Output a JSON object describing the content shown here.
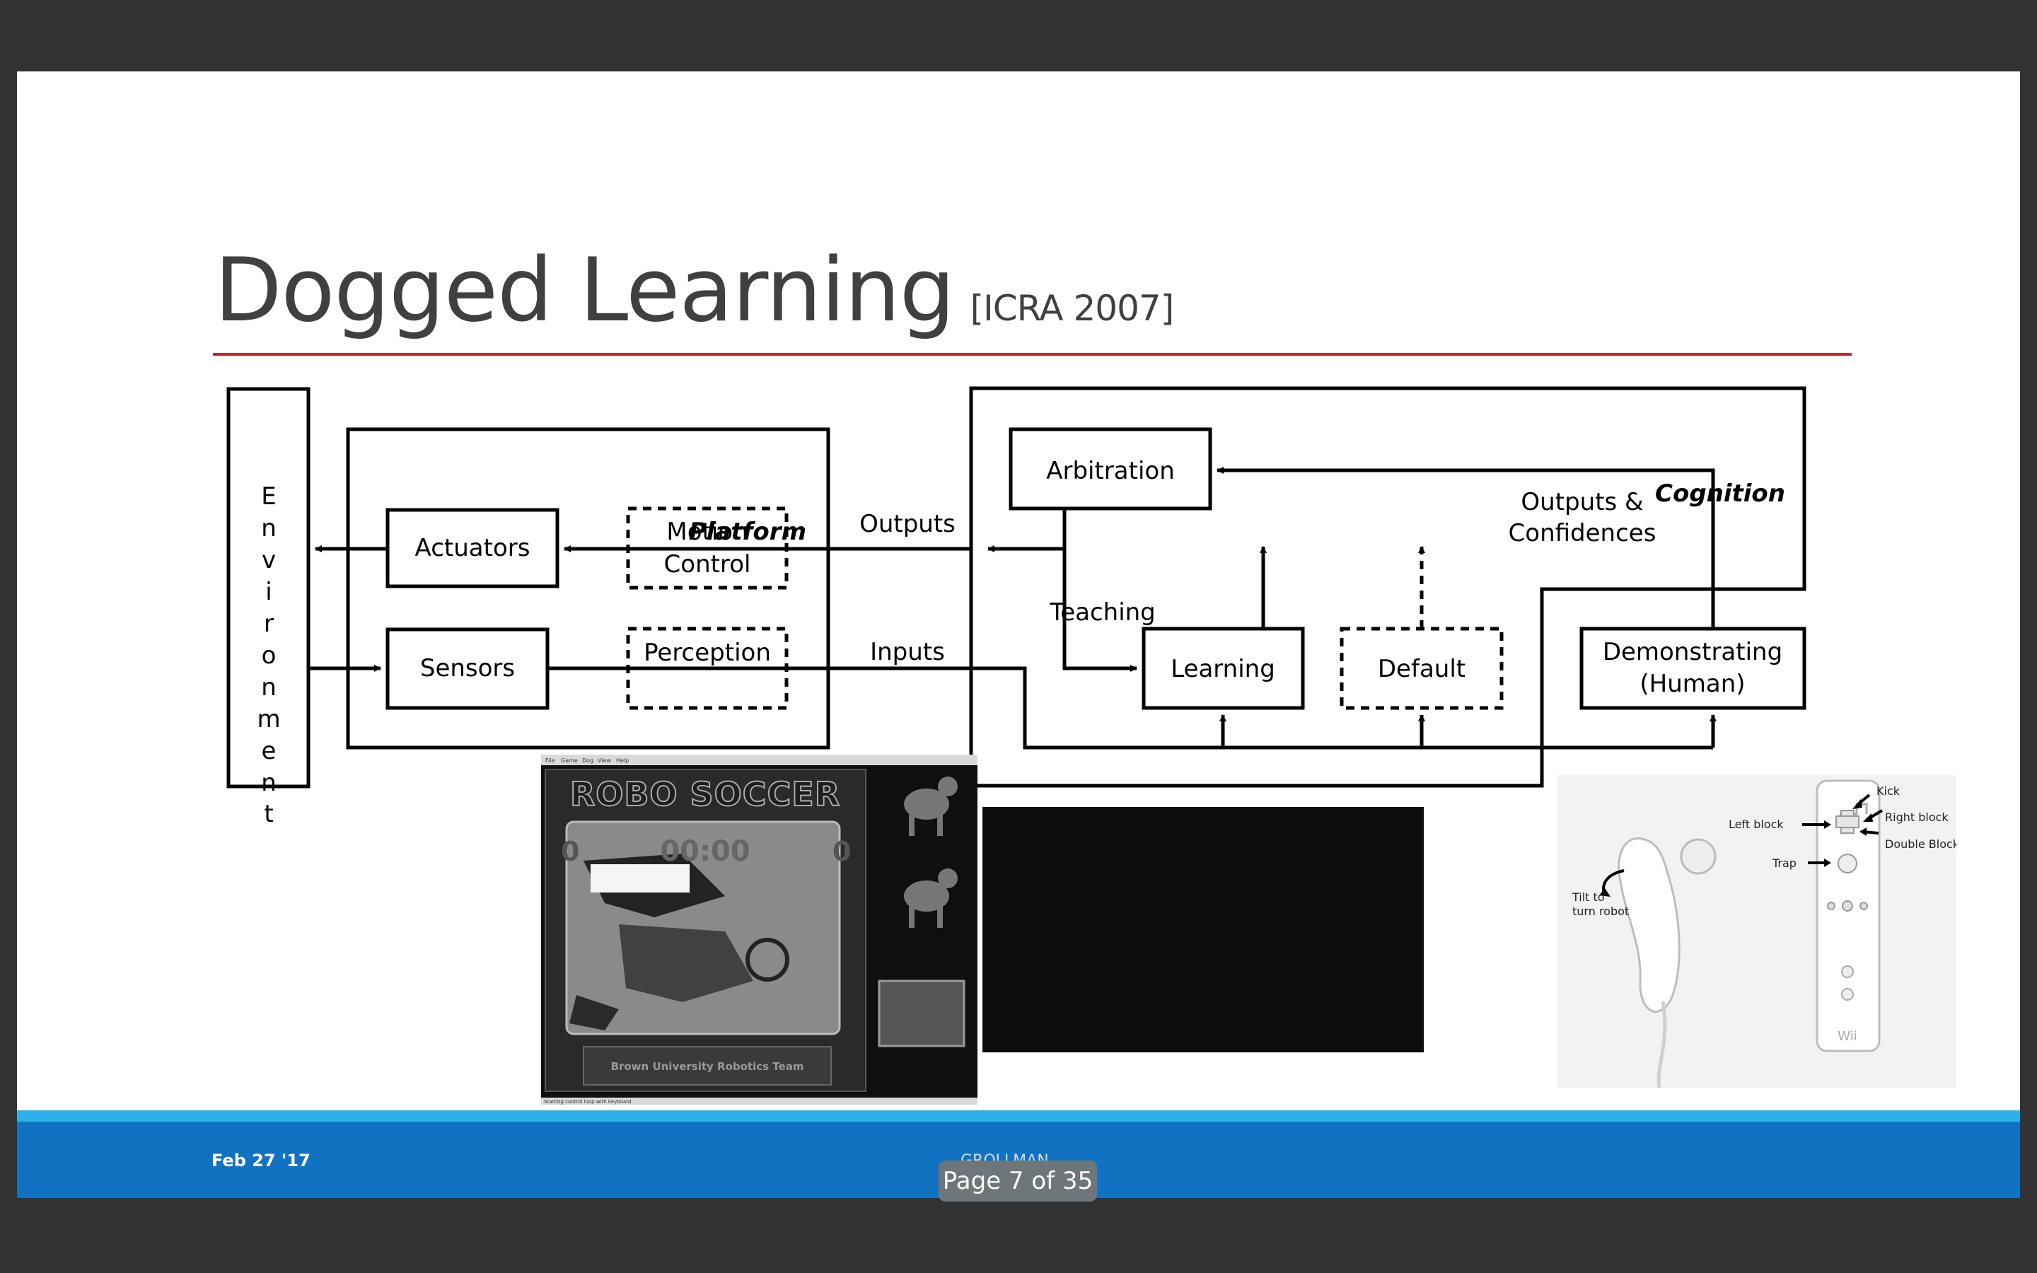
{
  "slide": {
    "title": "Dogged Learning",
    "citation": "[ICRA 2007]"
  },
  "diagram": {
    "environment_letters": [
      "E",
      "n",
      "v",
      "i",
      "r",
      "o",
      "n",
      "m",
      "e",
      "n",
      "t"
    ],
    "platform_label": "Platform",
    "cognition_label": "Cognition",
    "actuators": "Actuators",
    "sensors": "Sensors",
    "motion_control": [
      "Motion",
      "Control"
    ],
    "perception": "Perception",
    "outputs": "Outputs",
    "inputs": "Inputs",
    "arbitration": "Arbitration",
    "teaching": "Teaching",
    "learning": "Learning",
    "default": "Default",
    "demonstrating": [
      "Demonstrating",
      "(Human)"
    ],
    "outputs_confidences": [
      "Outputs &",
      "Confidences"
    ]
  },
  "robosoccer": {
    "menu": [
      "File",
      "Game",
      "Dog",
      "View",
      "Help"
    ],
    "logo_text": "ROBO SOCCER",
    "score_left": "0",
    "score_right": "0",
    "clock": "00:00",
    "team_label": "Brown University Robotics Team",
    "status": "Starting control loop with keyboard."
  },
  "wii": {
    "kick": "Kick",
    "right_block": "Right block",
    "left_block": "Left block",
    "double_block": "Double Block",
    "trap": "Trap",
    "tilt": [
      "Tilt to",
      "turn robot"
    ],
    "brand": "Wii"
  },
  "footer": {
    "date": "Feb 27 '17",
    "author": "GROLLMAN",
    "page_indicator": "Page 7 of 35"
  },
  "colors": {
    "background": "#323232",
    "title_rule": "#c0282d",
    "footer_line": "#2cb0ea",
    "footer_bar": "#1272c2"
  }
}
